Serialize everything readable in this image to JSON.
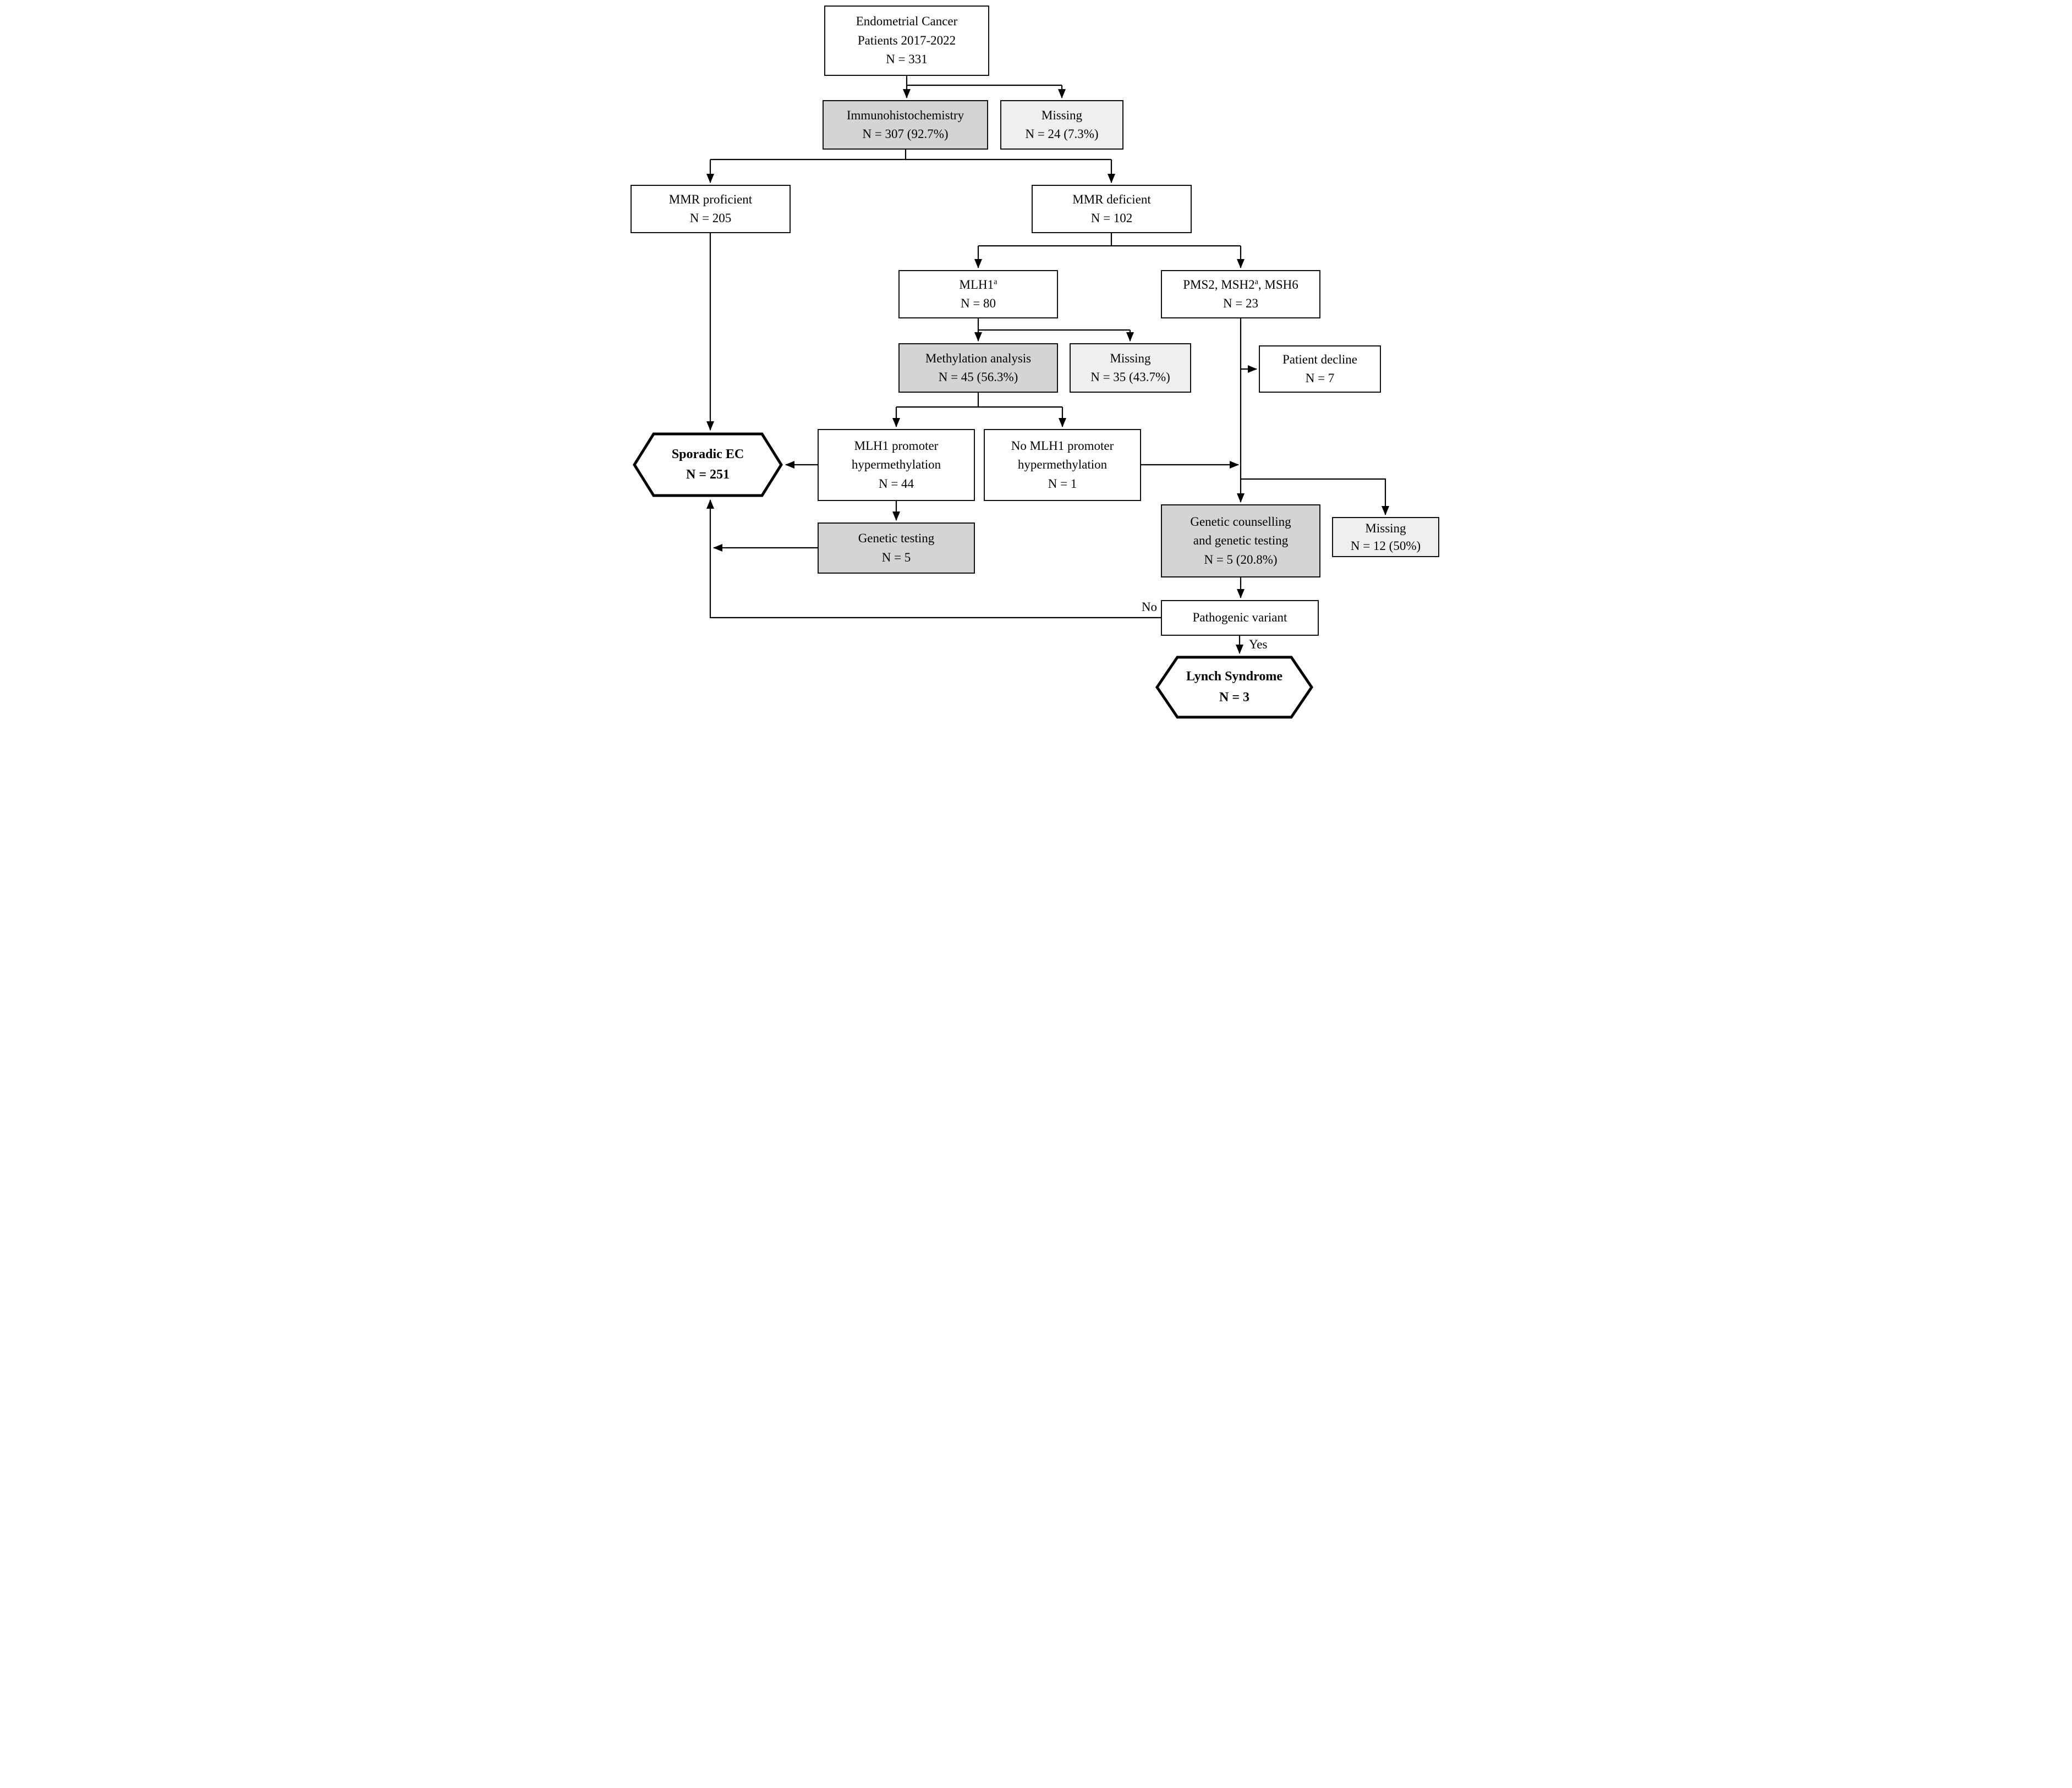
{
  "figure": {
    "type": "flowchart",
    "description": "Endometrial cancer Lynch syndrome screening flow diagram"
  },
  "colors": {
    "performed_step_fill": "#d4d4d4",
    "missing_fill": "#efefef",
    "plain_fill": "#ffffff",
    "line": "#000000"
  },
  "edge_labels": {
    "no": "No",
    "yes": "Yes"
  },
  "nodes": {
    "root": {
      "lines": [
        "Endometrial Cancer",
        "Patients 2017-2022"
      ],
      "n": "N = 331"
    },
    "ihc": {
      "lines": [
        "Immunohistochemistry"
      ],
      "n": "N = 307 (92.7%)"
    },
    "missing_ihc": {
      "lines": [
        "Missing"
      ],
      "n": "N = 24 (7.3%)"
    },
    "mmr_proficient": {
      "lines": [
        "MMR proficient"
      ],
      "n": "N = 205"
    },
    "mmr_deficient": {
      "lines": [
        "MMR deficient"
      ],
      "n": "N = 102"
    },
    "mlh1": {
      "label": "MLH1",
      "sup": "a",
      "n": "N = 80"
    },
    "pms2": {
      "label_pre": "PMS2, MSH2",
      "sup": "a",
      "label_post": ", MSH6",
      "n": "N = 23"
    },
    "methylation": {
      "lines": [
        "Methylation analysis"
      ],
      "n": "N = 45 (56.3%)"
    },
    "missing_methylation": {
      "lines": [
        "Missing"
      ],
      "n": "N = 35 (43.7%)"
    },
    "patient_decline": {
      "lines": [
        "Patient decline"
      ],
      "n": "N = 7"
    },
    "sporadic": {
      "lines": [
        "Sporadic EC"
      ],
      "n": "N = 251"
    },
    "mlh1_hypermethylation": {
      "lines": [
        "MLH1 promoter",
        "hypermethylation"
      ],
      "n": "N = 44"
    },
    "no_mlh1_hypermethylation": {
      "lines": [
        "No MLH1 promoter",
        "hypermethylation"
      ],
      "n": "N = 1"
    },
    "genetic_testing": {
      "lines": [
        "Genetic testing"
      ],
      "n": "N = 5"
    },
    "genetic_counselling": {
      "lines": [
        "Genetic counselling",
        "and genetic testing"
      ],
      "n": "N = 5 (20.8%)"
    },
    "missing_counselling": {
      "lines": [
        "Missing"
      ],
      "n": "N = 12 (50%)"
    },
    "pathogenic_variant": {
      "lines": [
        "Pathogenic variant"
      ]
    },
    "lynch": {
      "lines": [
        "Lynch Syndrome"
      ],
      "n": "N = 3"
    }
  }
}
